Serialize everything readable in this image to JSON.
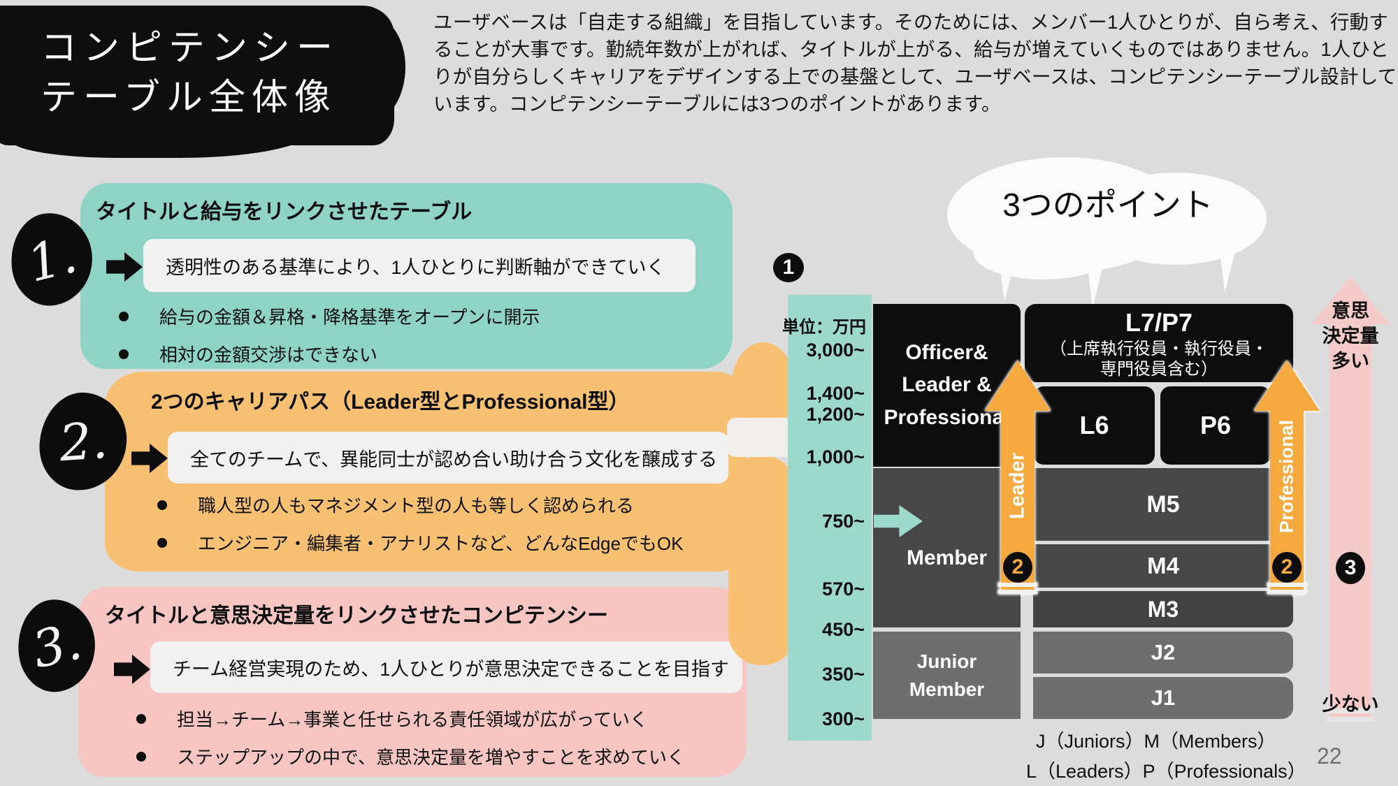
{
  "slide": {
    "title": "コンピテンシー\nテーブル全体像",
    "intro": "ユーザベースは「自走する組織」を目指しています。そのためには、メンバー1人ひとりが、自ら考え、行動することが大事です。勤続年数が上がれば、タイトルが上がる、給与が増えていくものではありません。1人ひとりが自分らしくキャリアをデザインする上での基盤として、ユーザベースは、コンピテンシーテーブル設計しています。コンピテンシーテーブルには3つのポイントがあります。",
    "bubble_label": "3つのポイント",
    "page_number": "22"
  },
  "points": [
    {
      "index": "1.",
      "heading": "タイトルと給与をリンクさせたテーブル",
      "highlight": "透明性のある基準により、1人ひとりに判断軸ができていく",
      "bullets": [
        "給与の金額＆昇格・降格基準をオープンに開示",
        "相対の金額交渉はできない"
      ],
      "bg": "#8ed3c4"
    },
    {
      "index": "2.",
      "heading": "2つのキャリアパス（Leader型とProfessional型）",
      "highlight": "全てのチームで、異能同士が認め合い助け合う文化を醸成する",
      "bullets": [
        "職人型の人もマネジメント型の人も等しく認められる",
        "エンジニア・編集者・アナリストなど、どんなEdgeでもOK"
      ],
      "bg": "#f8c072"
    },
    {
      "index": "3.",
      "heading": "タイトルと意思決定量をリンクさせたコンピテンシー",
      "highlight": "チーム経営実現のため、1人ひとりが意思決定できることを目指す",
      "bullets": [
        "担当→チーム→事業と任せられる責任領域が広がっていく",
        "ステップアップの中で、意思決定量を増やすことを求めていく"
      ],
      "bg": "#f7c6c2"
    }
  ],
  "diagram": {
    "unit_label": "単位：万円",
    "ticks": [
      "3,000~",
      "1,400~",
      "1,200~",
      "1,000~",
      "750~",
      "570~",
      "450~",
      "350~",
      "300~"
    ],
    "markers": {
      "one": "1",
      "two": "2",
      "three": "3"
    },
    "officer_label": "Officer&\nLeader &\nProfessional",
    "member_label": "Member",
    "junior_label": "Junior\nMember",
    "l7p7_title": "L7/P7",
    "l7p7_subtitle": "（上席執行役員・執行役員・\n専門役員含む）",
    "levels": {
      "l6": "L6",
      "p6": "P6",
      "m5": "M5",
      "m4": "M4",
      "m3": "M3",
      "j2": "J2",
      "j1": "J1"
    },
    "leader_arrow_label": "Leader",
    "professional_arrow_label": "Professional",
    "decision_axis": {
      "line1": "意思",
      "line2": "決定量",
      "line3": "多い",
      "bottom": "少ない"
    },
    "legend": [
      "J（Juniors）M（Members）",
      "L（Leaders）P（Professionals）"
    ]
  },
  "colors": {
    "background": "#dcdcdc",
    "ink": "#0d0d0d",
    "teal_block": "#8ed3c4",
    "axis_teal": "#9cd9cb",
    "orange_block": "#f8c072",
    "arrow_orange": "#f6a93f",
    "pink_block": "#f7c6c2",
    "arrow_pink": "#f5cbc9",
    "highlight_box": "#f1f1f1",
    "row_dark": "#474747",
    "row_mid": "#6e6e6e"
  }
}
